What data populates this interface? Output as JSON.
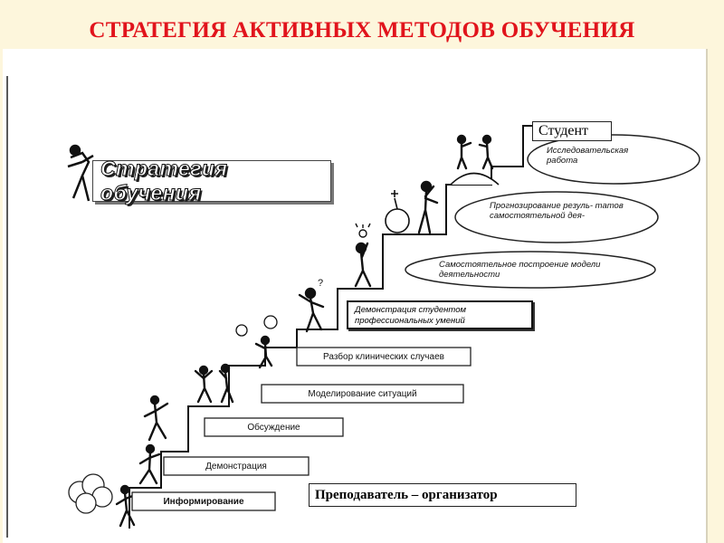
{
  "slide": {
    "title": "СТРАТЕГИЯ АКТИВНЫХ МЕТОДОВ ОБУЧЕНИЯ"
  },
  "diagram": {
    "strategy_label": "Стратегия обучения",
    "top_label": "Студент",
    "bottom_label": "Преподаватель – организатор",
    "steps": [
      "Информирование",
      "Демонстрация",
      "Обсуждение",
      "Моделирование ситуаций",
      "Разбор клинических случаев"
    ],
    "demo_step": "Демонстрация студентом профессиональных умений",
    "ellipses": [
      "Самостоятельное построение модели деятельности",
      "Прогнозирование резуль- татов самостоятельной дея-",
      "Исследовательская работа"
    ]
  }
}
